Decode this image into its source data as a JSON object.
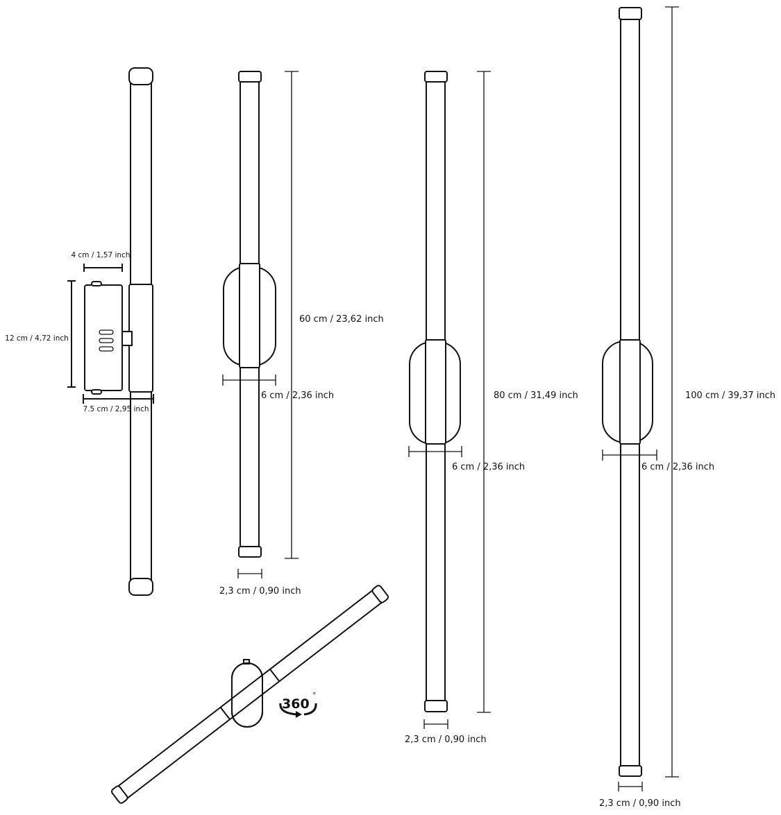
{
  "side_view": {
    "depth_label": "4 cm / 1,57 inch",
    "height_label": "12 cm / 4,72 inch",
    "projection_label": "7.5 cm /  2,95 inch"
  },
  "lamp_60": {
    "length_label": "60 cm / 23,62 inch",
    "mount_width_label": "6 cm / 2,36 inch",
    "tube_diameter_label": "2,3 cm / 0,90 inch"
  },
  "lamp_80": {
    "length_label": "80 cm / 31,49 inch",
    "mount_width_label": "6 cm / 2,36 inch",
    "tube_diameter_label": "2,3 cm / 0,90 inch"
  },
  "lamp_100": {
    "length_label": "100 cm / 39,37 inch",
    "mount_width_label": "6 cm / 2,36 inch",
    "tube_diameter_label": "2,3 cm / 0,90 inch"
  },
  "rotation": {
    "label": "360",
    "degree": "°"
  }
}
